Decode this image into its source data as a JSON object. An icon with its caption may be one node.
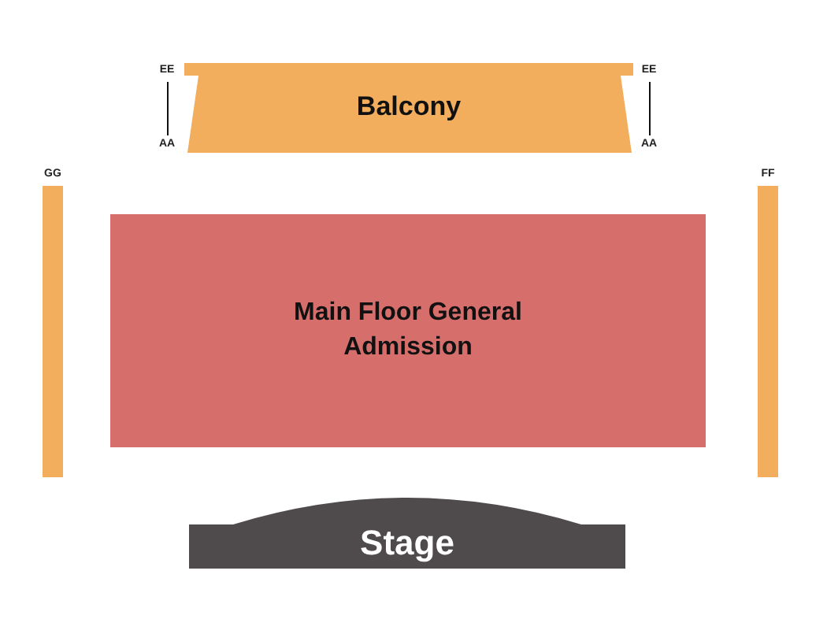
{
  "diagram": {
    "nodes": [
      {
        "text": [
          "Balcony"
        ]
      },
      {
        "text": [
          "GG"
        ]
      },
      {
        "text": [
          "Main Floor General Admission"
        ]
      },
      {
        "text": [
          "FF"
        ]
      },
      {
        "text": [
          "Stage"
        ]
      }
    ],
    "labels": [
      "EE",
      "AA",
      "EE",
      "AA"
    ]
  }
}
